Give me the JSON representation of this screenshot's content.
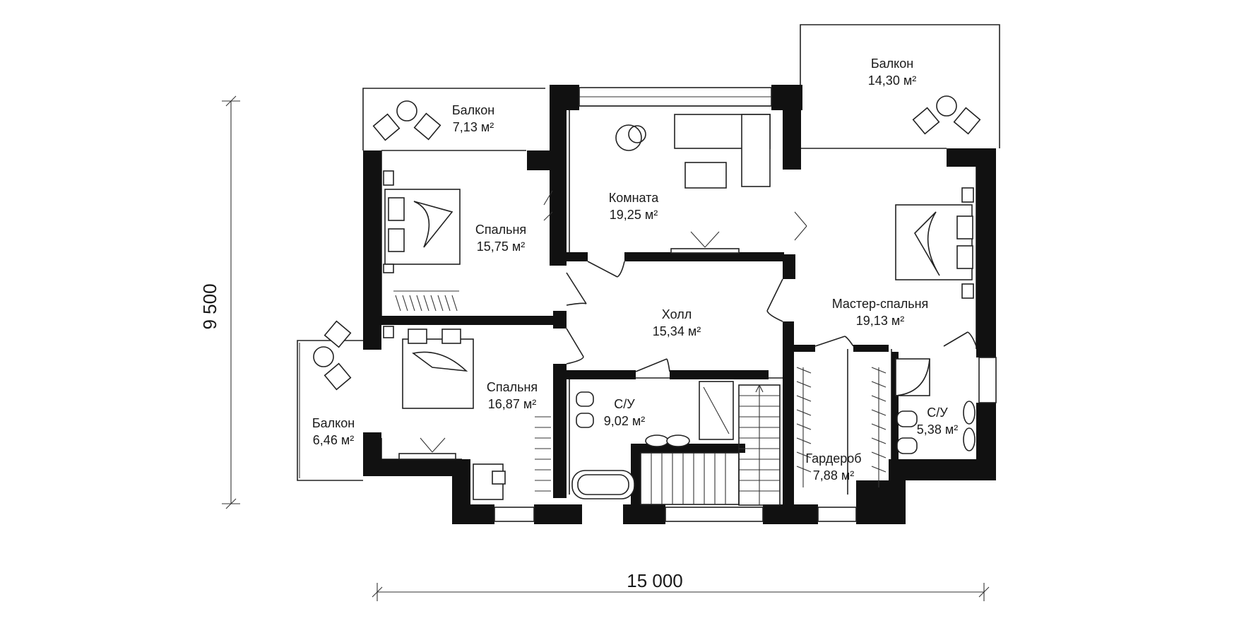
{
  "dimensions": {
    "width_label": "15 000",
    "height_label": "9 500"
  },
  "rooms": [
    {
      "id": "balcony-nw",
      "name": "Балкон",
      "area": "7,13 м²"
    },
    {
      "id": "living",
      "name": "Комната",
      "area": "19,25 м²"
    },
    {
      "id": "balcony-ne",
      "name": "Балкон",
      "area": "14,30 м²"
    },
    {
      "id": "bedroom-1",
      "name": "Спальня",
      "area": "15,75 м²"
    },
    {
      "id": "master",
      "name": "Мастер-спальня",
      "area": "19,13 м²"
    },
    {
      "id": "hall",
      "name": "Холл",
      "area": "15,34 м²"
    },
    {
      "id": "bedroom-2",
      "name": "Спальня",
      "area": "16,87 м²"
    },
    {
      "id": "bath-1",
      "name": "С/У",
      "area": "9,02 м²"
    },
    {
      "id": "bath-2",
      "name": "С/У",
      "area": "5,38 м²"
    },
    {
      "id": "balcony-w",
      "name": "Балкон",
      "area": "6,46 м²"
    },
    {
      "id": "wardrobe",
      "name": "Гардероб",
      "area": "7,88 м²"
    }
  ]
}
